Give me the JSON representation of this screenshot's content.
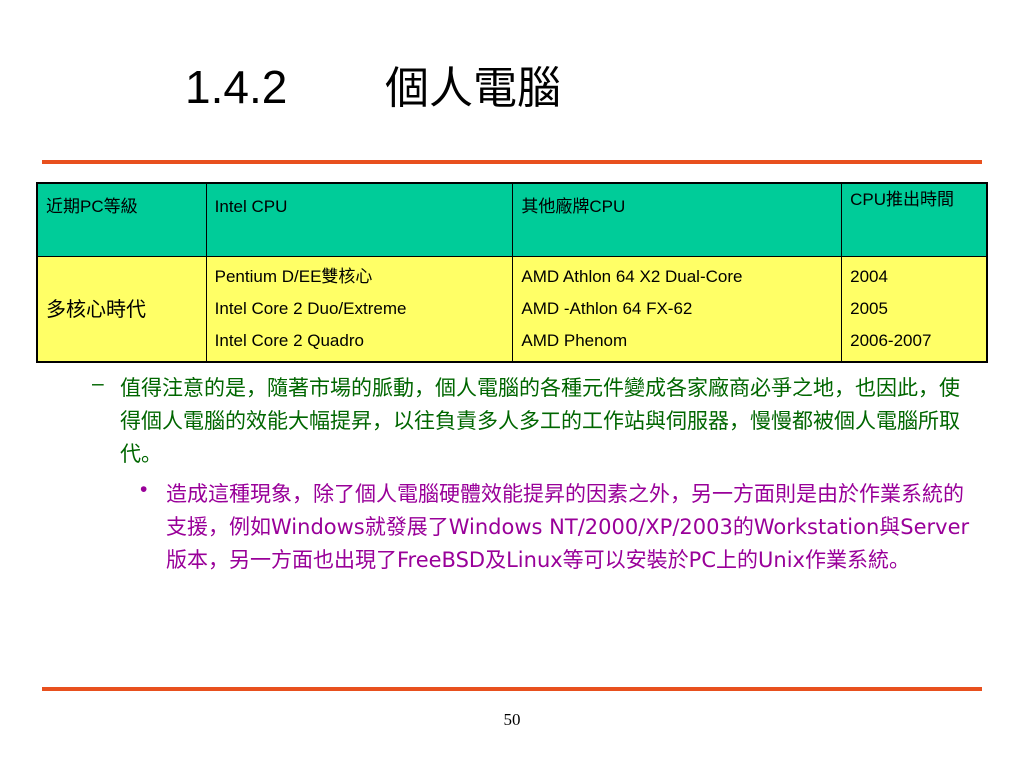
{
  "slide": {
    "title_number": "1.4.2",
    "title_text": "個人電腦",
    "page_number": "50"
  },
  "table": {
    "headers": [
      "近期PC等級",
      "Intel CPU",
      "其他廠牌CPU",
      "CPU推出時間"
    ],
    "era_label": "多核心時代",
    "intel_cpus": [
      "Pentium D/EE雙核心",
      "Intel Core 2 Duo/Extreme",
      "Intel Core 2 Quadro"
    ],
    "other_cpus": [
      "AMD Athlon 64 X2 Dual-Core",
      "AMD -Athlon 64 FX-62",
      "AMD Phenom"
    ],
    "release_years": [
      "2004",
      "2005",
      "2006-2007"
    ]
  },
  "bullets": {
    "dash_marker": "–",
    "dash_text": "值得注意的是，隨著市場的脈動，個人電腦的各種元件變成各家廠商必爭之地，也因此，使得個人電腦的效能大幅提昇，以往負責多人多工的工作站與伺服器，慢慢都被個人電腦所取代。",
    "dot_marker": "•",
    "dot_text": "造成這種現象，除了個人電腦硬體效能提昇的因素之外，另一方面則是由於作業系統的支援，例如Windows就發展了Windows NT/2000/XP/2003的Workstation與Server版本，另一方面也出現了FreeBSD及Linux等可以安裝於PC上的Unix作業系統。"
  },
  "colors": {
    "rule": "#e8501e",
    "header_bg": "#00cc99",
    "body_bg": "#ffff66",
    "level1_text": "#006600",
    "level2_text": "#990099"
  }
}
